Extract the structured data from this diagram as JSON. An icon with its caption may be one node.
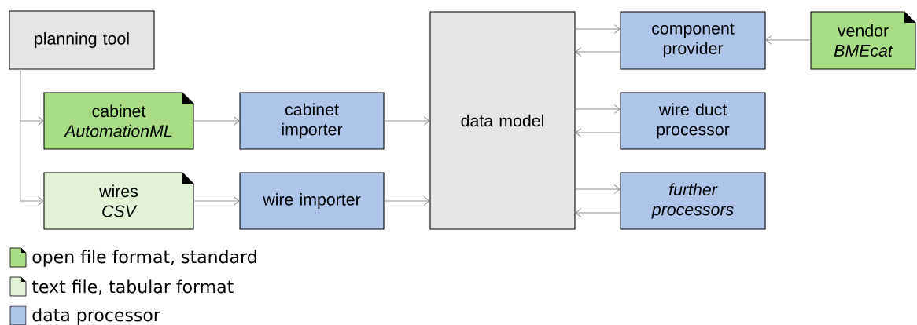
{
  "diagram": {
    "nodes": [
      {
        "text": [
          "planning tool"
        ]
      },
      {
        "text": [
          "cabinet",
          "AutomationML"
        ]
      },
      {
        "text": [
          "wires",
          "CSV"
        ]
      },
      {
        "text": [
          "cabinet importer"
        ]
      },
      {
        "text": [
          "wire importer"
        ]
      },
      {
        "text": [
          "data model"
        ]
      },
      {
        "text": [
          "component provider"
        ]
      },
      {
        "text": [
          "wire duct processor"
        ]
      },
      {
        "text": [
          "further processors"
        ]
      },
      {
        "text": [
          "vendor",
          "BMEcat"
        ]
      }
    ],
    "edges": [
      {
        "from": 0,
        "to": 1,
        "arrow": "to"
      },
      {
        "from": 0,
        "to": 2,
        "arrow": "to"
      },
      {
        "from": 1,
        "to": 3,
        "arrow": "to"
      },
      {
        "from": 2,
        "to": 4,
        "arrow": "to"
      },
      {
        "from": 3,
        "to": 5,
        "arrow": "to"
      },
      {
        "from": 4,
        "to": 5,
        "arrow": "to"
      },
      {
        "from": 5,
        "to": 6,
        "arrow": "to"
      },
      {
        "from": 6,
        "to": 5,
        "arrow": "to"
      },
      {
        "from": 5,
        "to": 7,
        "arrow": "to"
      },
      {
        "from": 7,
        "to": 5,
        "arrow": "to"
      },
      {
        "from": 5,
        "to": 8,
        "arrow": "to"
      },
      {
        "from": 8,
        "to": 5,
        "arrow": "to"
      },
      {
        "from": 9,
        "to": 6,
        "arrow": "to"
      }
    ],
    "legend": [
      {
        "text": "open file format, standard",
        "color": "#a9dd84"
      },
      {
        "text": "text file, tabular format",
        "color": "#e2f2d6"
      },
      {
        "text": "data processor",
        "color": "#afc5e8"
      }
    ]
  }
}
